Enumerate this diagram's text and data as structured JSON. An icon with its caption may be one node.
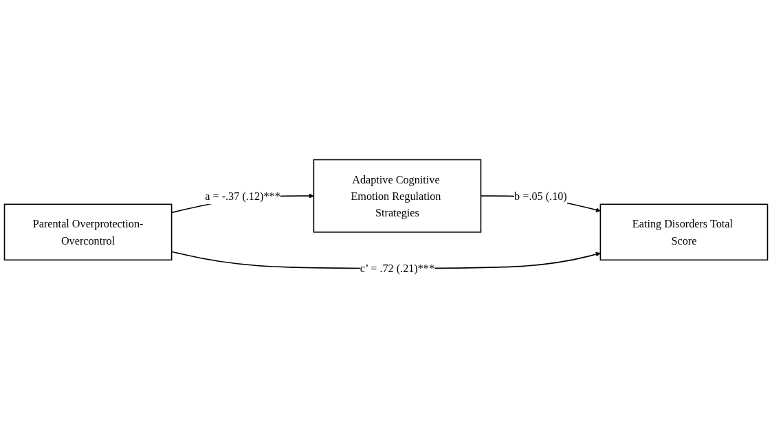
{
  "diagram": {
    "nodes": [
      {
        "text": [
          "Adaptive Cognitive Emotion Regulation Strategies"
        ]
      },
      {
        "text": [
          "Parental Overprotection-Overcontrol"
        ]
      },
      {
        "text": [
          "Eating Disorders Total Score"
        ]
      }
    ],
    "edges": [
      {
        "from": 1,
        "to": 0,
        "arrow": "to",
        "label": "a = -.37 (.12)***"
      },
      {
        "from": 0,
        "to": 2,
        "arrow": "to",
        "label": "b =.05 (.10)"
      },
      {
        "from": 1,
        "to": 2,
        "arrow": "to",
        "label": "c’ = .72 (.21)***"
      }
    ]
  }
}
